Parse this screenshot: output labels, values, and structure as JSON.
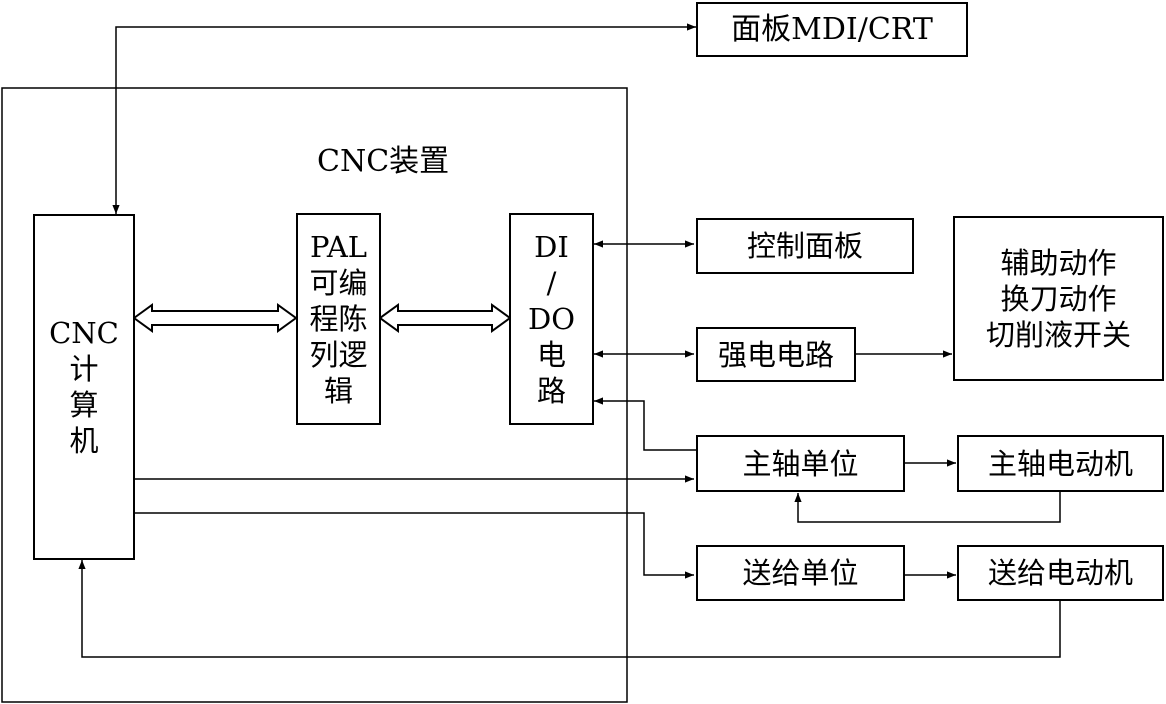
{
  "device_title": "CNC装置",
  "blocks": {
    "panel_mdi": "面板MDI/CRT",
    "cnc_computer": [
      "CNC",
      "计",
      "算",
      "机"
    ],
    "pal": [
      "PAL",
      "可编",
      "程陈",
      "列逻",
      "辑"
    ],
    "dido": [
      "DI",
      "/",
      "DO",
      "电",
      "路"
    ],
    "control_panel": "控制面板",
    "power_circuit": "强电电路",
    "aux_actions": [
      "辅助动作",
      "换刀动作",
      "切削液开关"
    ],
    "spindle_unit": "主轴单位",
    "spindle_motor": "主轴电动机",
    "feed_unit": "送给单位",
    "feed_motor": "送给电动机"
  },
  "colors": {
    "line": "#000000",
    "background": "#ffffff"
  }
}
